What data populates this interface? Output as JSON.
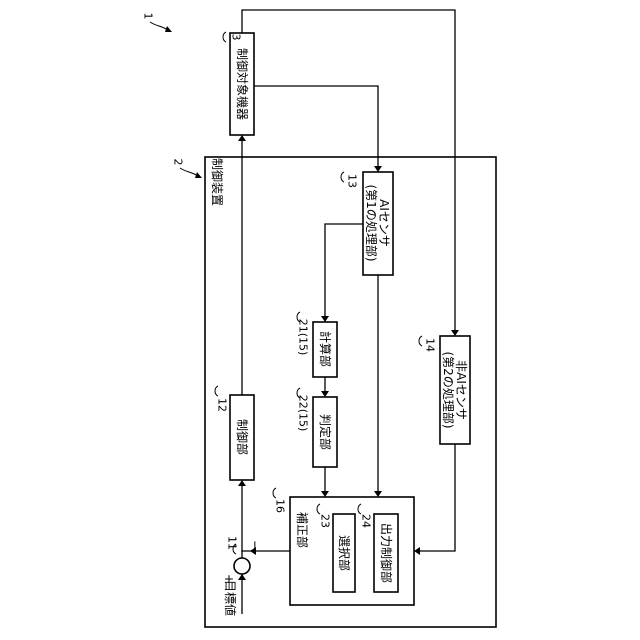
{
  "diagram": {
    "refs": {
      "system": "1",
      "device": "2",
      "target": "3",
      "controller": "12",
      "ai_sensor": "13",
      "non_ai_sensor": "14",
      "corrector": "16",
      "calculator": "21(15)",
      "judge": "22(15)",
      "selector": "23",
      "output_controller": "24",
      "summing_point": "11"
    },
    "labels": {
      "target_device": "制御対象機器",
      "control_device": "制御装置",
      "ai_sensor_line1": "AIセンサ",
      "ai_sensor_line2": "(第1の処理部)",
      "non_ai_sensor_line1": "非AIセンサ",
      "non_ai_sensor_line2": "(第2の処理部)",
      "calculator": "計算部",
      "judge": "判定部",
      "controller": "制御部",
      "corrector": "補正部",
      "selector": "選択部",
      "output_controller": "出力制御部",
      "target_value": "目標値",
      "plus": "+",
      "minus": "−"
    }
  }
}
